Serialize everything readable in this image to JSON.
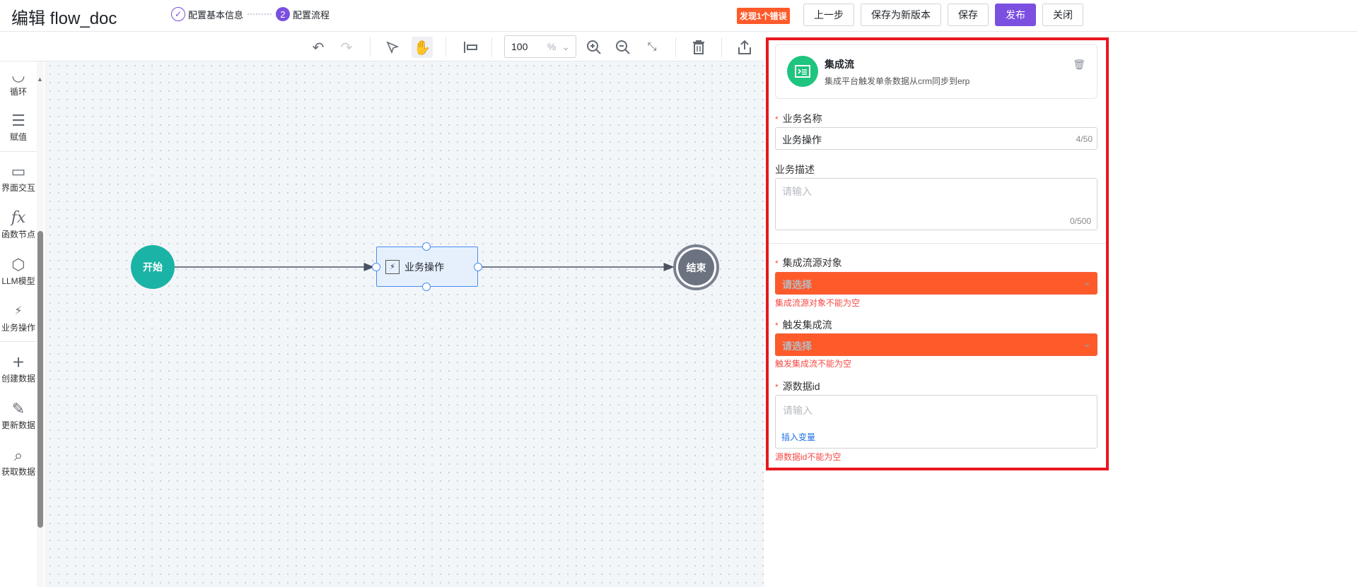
{
  "header": {
    "title": "编辑 flow_doc",
    "steps": [
      {
        "label": "配置基本信息",
        "state": "done"
      },
      {
        "num": "2",
        "label": "配置流程",
        "state": "current"
      }
    ],
    "error_badge": "发现1个错误",
    "buttons": {
      "prev": "上一步",
      "save_new": "保存为新版本",
      "save": "保存",
      "publish": "发布",
      "close": "关闭"
    }
  },
  "toolbar": {
    "zoom_value": "100",
    "zoom_unit": "%"
  },
  "sidebar": {
    "items": [
      {
        "label": "循环",
        "icon": "loop-icon"
      },
      {
        "label": "赋值",
        "icon": "assign-icon"
      },
      {
        "label": "界面交互",
        "icon": "screen-icon"
      },
      {
        "label": "函数节点",
        "icon": "function-icon"
      },
      {
        "label": "LLM模型",
        "icon": "llm-icon"
      },
      {
        "label": "业务操作",
        "icon": "business-op-icon"
      },
      {
        "label": "创建数据",
        "icon": "plus-icon"
      },
      {
        "label": "更新数据",
        "icon": "pencil-icon"
      },
      {
        "label": "获取数据",
        "icon": "search-icon"
      }
    ]
  },
  "canvas": {
    "start": "开始",
    "op": "业务操作",
    "end": "结束"
  },
  "panel": {
    "card_title": "集成流",
    "card_desc": "集成平台触发单条数据从crm同步到erp",
    "name_label": "业务名称",
    "name_value": "业务操作",
    "name_count": "4/50",
    "desc_label": "业务描述",
    "desc_placeholder": "请输入",
    "desc_count": "0/500",
    "source_label": "集成流源对象",
    "source_placeholder": "请选择",
    "source_error": "集成流源对象不能为空",
    "trigger_label": "触发集成流",
    "trigger_placeholder": "请选择",
    "trigger_error": "触发集成流不能为空",
    "srcid_label": "源数据id",
    "srcid_placeholder": "请输入",
    "insert_var": "插入变量",
    "srcid_error": "源数据id不能为空"
  },
  "colors": {
    "accent": "#7b4fe0",
    "error": "#f54a45",
    "start": "#1bb3a6",
    "integration": "#1fc47e"
  }
}
